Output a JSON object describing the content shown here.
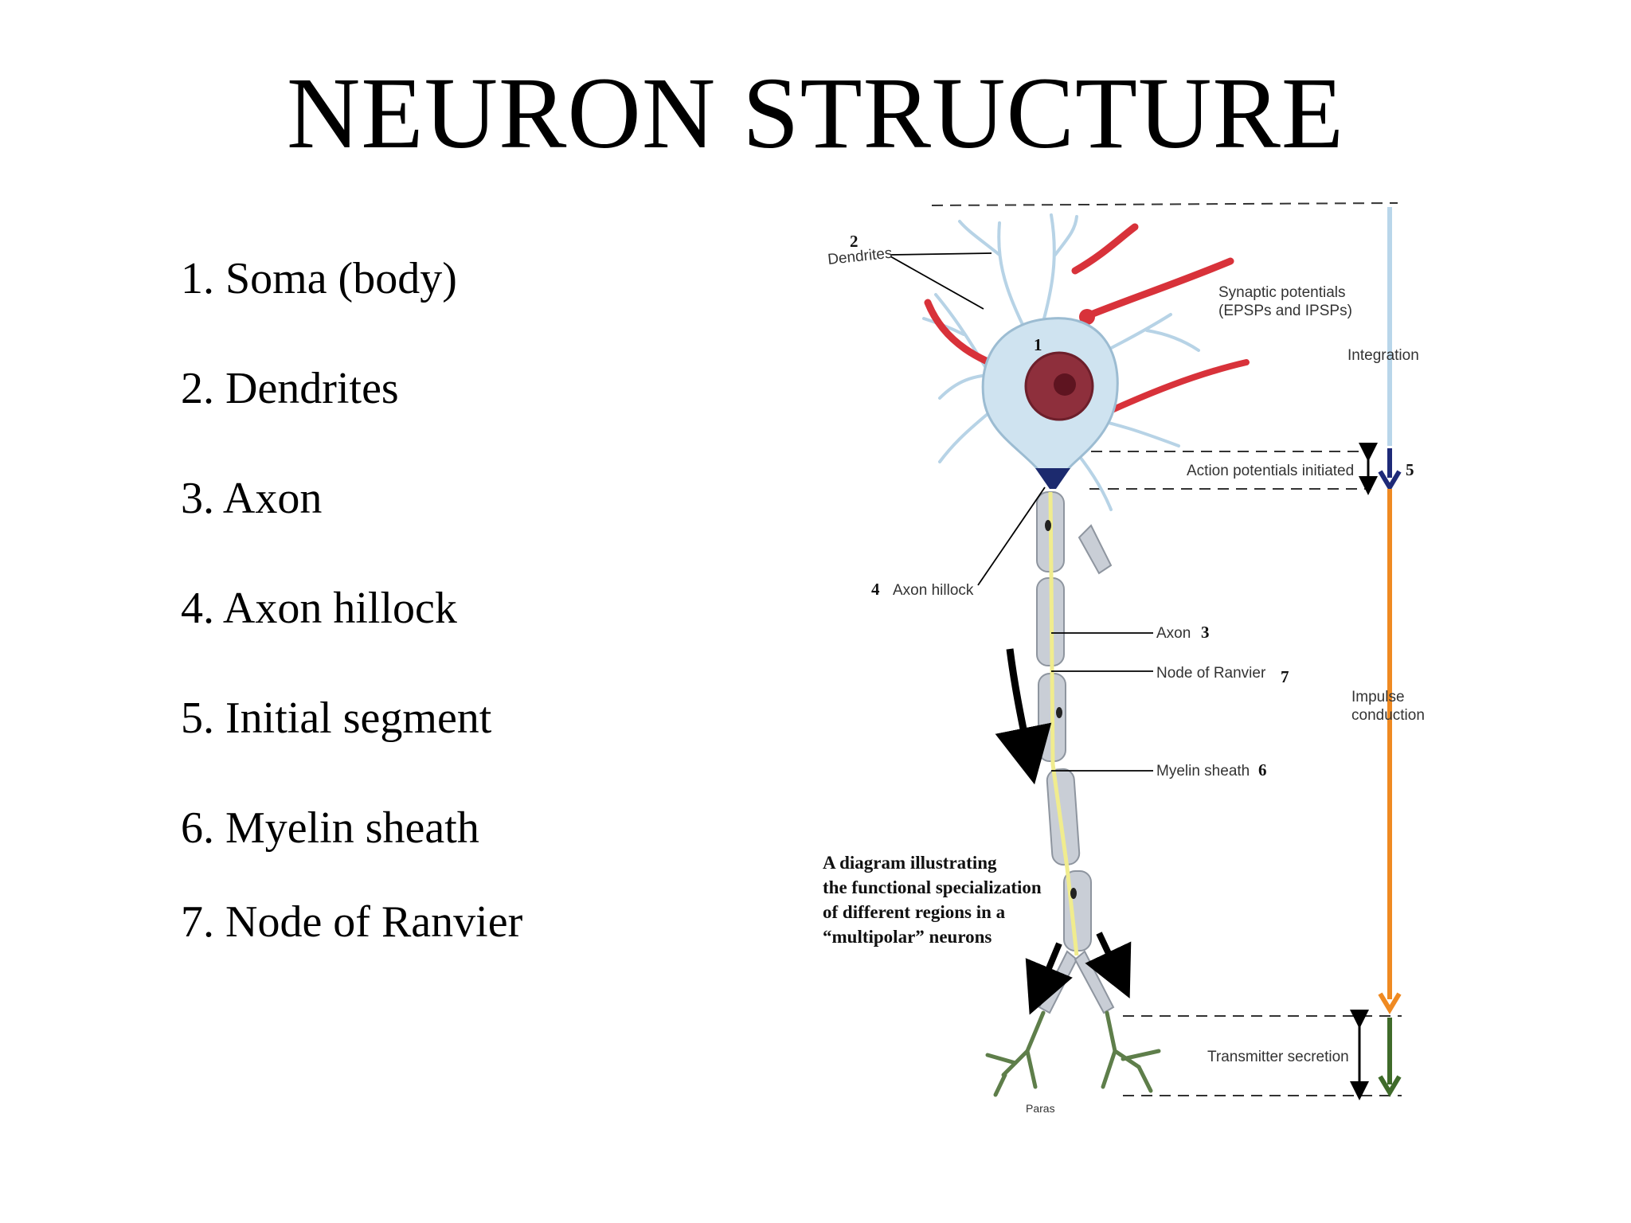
{
  "slide": {
    "title": "NEURON STRUCTURE",
    "items": [
      "1. Soma (body)",
      "2. Dendrites",
      "3. Axon",
      "4. Axon hillock",
      "5. Initial segment",
      "6. Myelin sheath",
      "7. Node of Ranvier"
    ]
  },
  "diagram": {
    "labels": {
      "dendrites": "Dendrites",
      "synaptic_1": "Synaptic potentials",
      "synaptic_2": "(EPSPs and IPSPs)",
      "integration": "Integration",
      "action_potentials": "Action potentials initiated",
      "axon_hillock": "Axon hillock",
      "axon": "Axon",
      "node_of_ranvier": "Node of Ranvier",
      "impulse_1": "Impulse",
      "impulse_2": "conduction",
      "myelin_sheath": "Myelin sheath",
      "transmitter_secretion": "Transmitter secretion",
      "credit": "Paras"
    },
    "numbers": {
      "soma": "1",
      "dendrites": "2",
      "axon": "3",
      "hillock": "4",
      "initial_segment": "5",
      "myelin": "6",
      "node": "7"
    },
    "caption": [
      "A diagram illustrating",
      "the functional specialization",
      "of different regions in a",
      "“multipolar” neurons"
    ],
    "colors": {
      "soma": "#cfe3f0",
      "nucleus": "#8e2f3c",
      "synapse_red": "#d8323a",
      "myelin": "#c9ced6",
      "axon_core": "#f0ec8e",
      "hillock": "#1c2a6e",
      "integration_arrow": "#b9d6ea",
      "initiation_arrow": "#1e2a78",
      "conduction_arrow": "#ef8a22",
      "secretion_arrow": "#3f6b2a",
      "terminals": "#5e7e4a"
    }
  }
}
